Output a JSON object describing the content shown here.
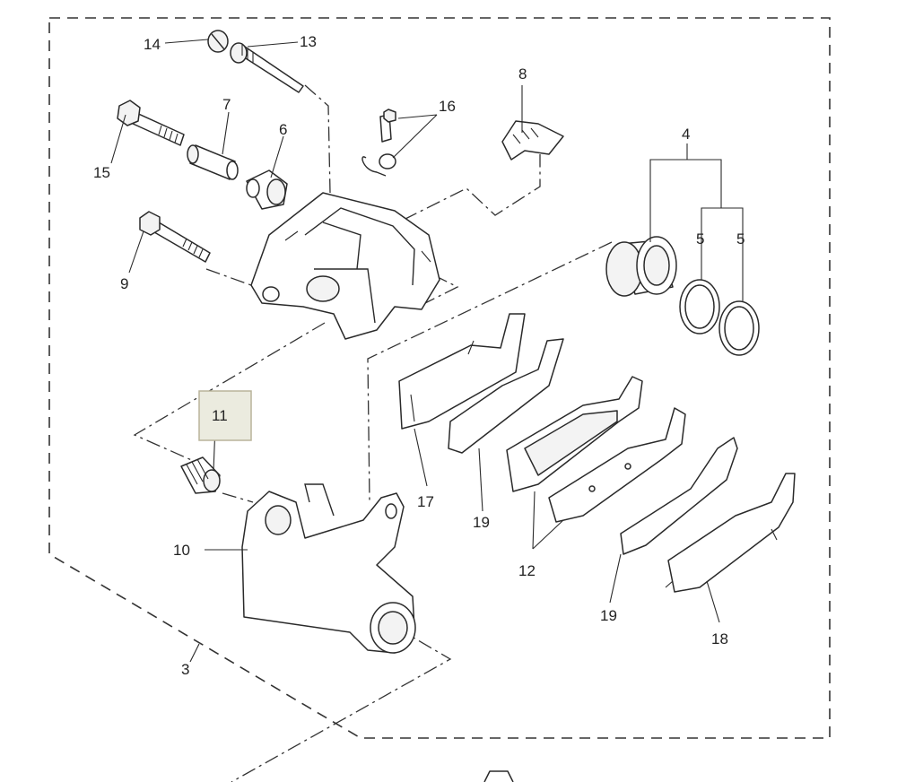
{
  "diagram": {
    "colors": {
      "line": "#2a2a2a",
      "highlight_fill": "#ebebdf",
      "highlight_border": "#b9b49a"
    },
    "highlighted_callout": "11",
    "callouts": {
      "c14": "14",
      "c13": "13",
      "c7": "7",
      "c6": "6",
      "c15": "15",
      "c16": "16",
      "c8": "8",
      "c4": "4",
      "c9": "9",
      "c5a": "5",
      "c5b": "5",
      "c11": "11",
      "c17": "17",
      "c19a": "19",
      "c10": "10",
      "c12": "12",
      "c19b": "19",
      "c18": "18",
      "c3": "3"
    }
  }
}
